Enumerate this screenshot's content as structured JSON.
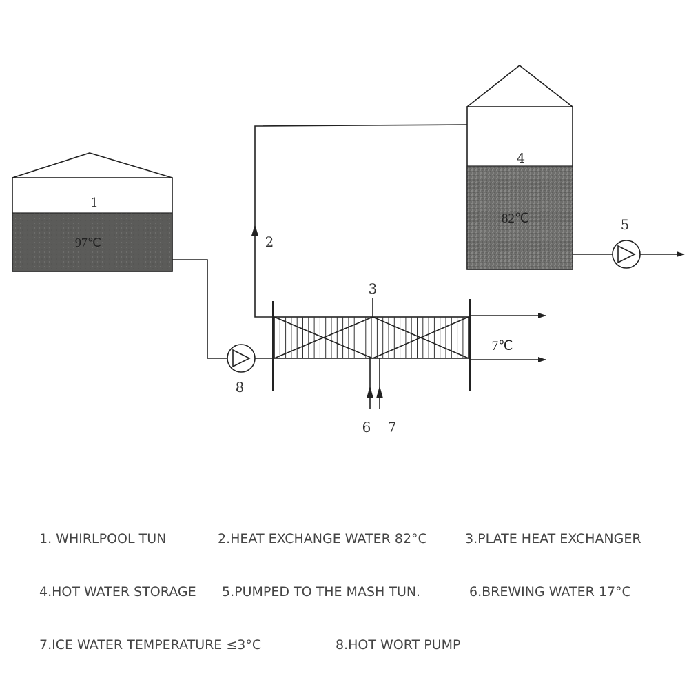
{
  "diagram": {
    "tank1": {
      "number": "1",
      "temperature": "97℃"
    },
    "tank4": {
      "number": "4",
      "temperature": "82℃"
    },
    "labels": {
      "n2": "2",
      "n3": "3",
      "n5": "5",
      "n6": "6",
      "n7": "7",
      "n8": "8",
      "outlet_temp": "7℃"
    }
  },
  "legend": {
    "item1": "1. WHIRLPOOL TUN",
    "item2": "2.HEAT EXCHANGE WATER 82°C",
    "item3": "3.PLATE HEAT EXCHANGER",
    "item4": "4.HOT WATER STORAGE",
    "item5": "5.PUMPED TO THE MASH TUN.",
    "item6": "6.BREWING WATER 17°C",
    "item7": "7.ICE WATER TEMPERATURE ≤3°C",
    "item8": "8.HOT WORT PUMP"
  },
  "colors": {
    "line": "#222222",
    "tank1_fill": "#5a5a58",
    "tank4_fill": "#7a7a78"
  }
}
